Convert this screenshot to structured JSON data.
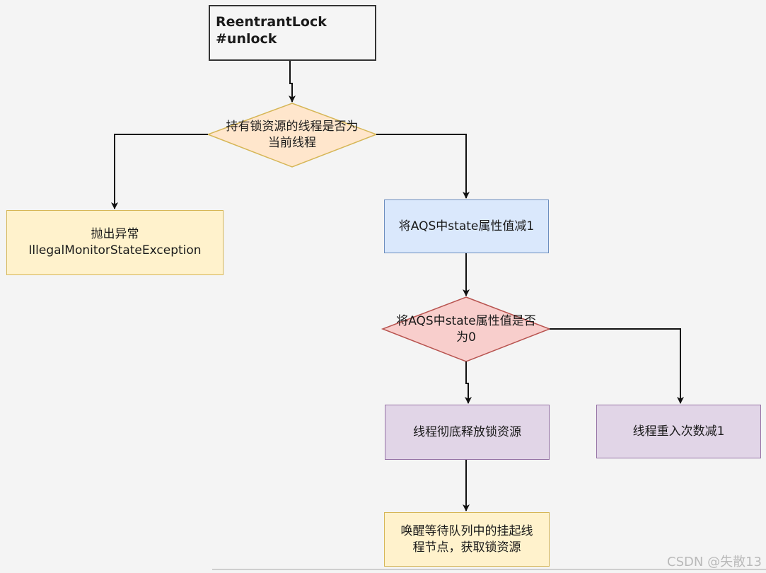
{
  "nodes": {
    "start": {
      "line1": "ReentrantLock",
      "line2": "#unlock"
    },
    "decision_owner": {
      "line1": "持有锁资源的线程是否为",
      "line2": "当前线程"
    },
    "throw": {
      "line1": "抛出异常",
      "line2": "IllegalMonitorStateException"
    },
    "decrement": {
      "label": "将AQS中state属性值减1"
    },
    "decision_zero": {
      "line1": "将AQS中state属性值是否",
      "line2": "为0"
    },
    "release": {
      "label": "线程彻底释放锁资源"
    },
    "reentry": {
      "label": "线程重入次数减1"
    },
    "wake": {
      "line1": "唤醒等待队列中的挂起线",
      "line2": "程节点，获取锁资源"
    }
  },
  "colors": {
    "start_fill": "#f5f5f5",
    "decision_owner_fill": "#ffe6cc",
    "decision_owner_stroke": "#d6b656",
    "yellow_fill": "#fff2cc",
    "blue_fill": "#dae8fc",
    "decision_zero_fill": "#f8cecc",
    "decision_zero_stroke": "#b85450",
    "purple_fill": "#e1d5e7",
    "edge": "#111111"
  },
  "watermark": "CSDN @失散13"
}
